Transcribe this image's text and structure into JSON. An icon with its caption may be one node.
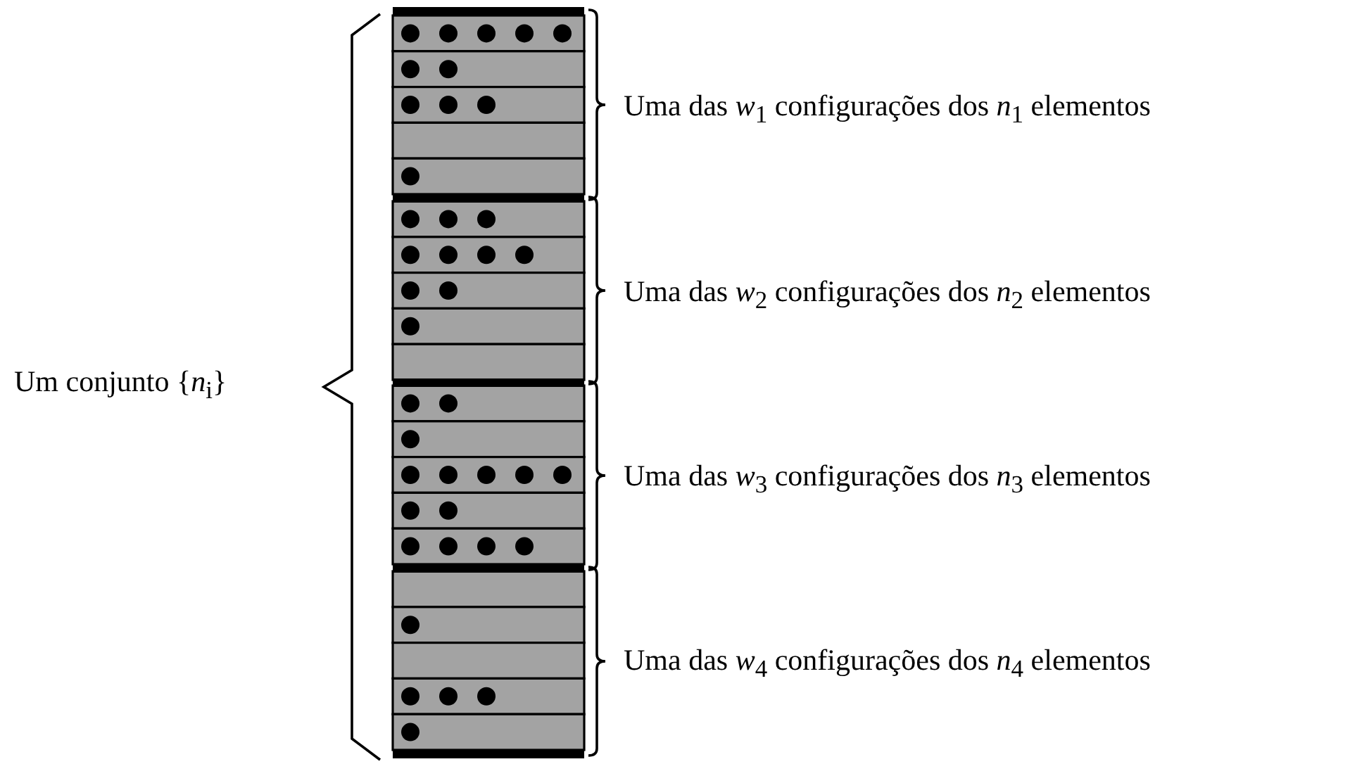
{
  "diagram": {
    "labels": [
      "Uma das *w*$_{1}$ configurações dos *n*$_{1}$ elementos",
      "Uma das *w*$_{2}$ configurações dos *n*$_{2}$ elementos",
      "Um conjunto {*n*$_{i}$}",
      "Uma das *w*$_{3}$ configurações dos *n*$_{3}$ elementos",
      "Uma das *w*$_{4}$ configurações dos *n*$_{4}$ elementos"
    ]
  }
}
